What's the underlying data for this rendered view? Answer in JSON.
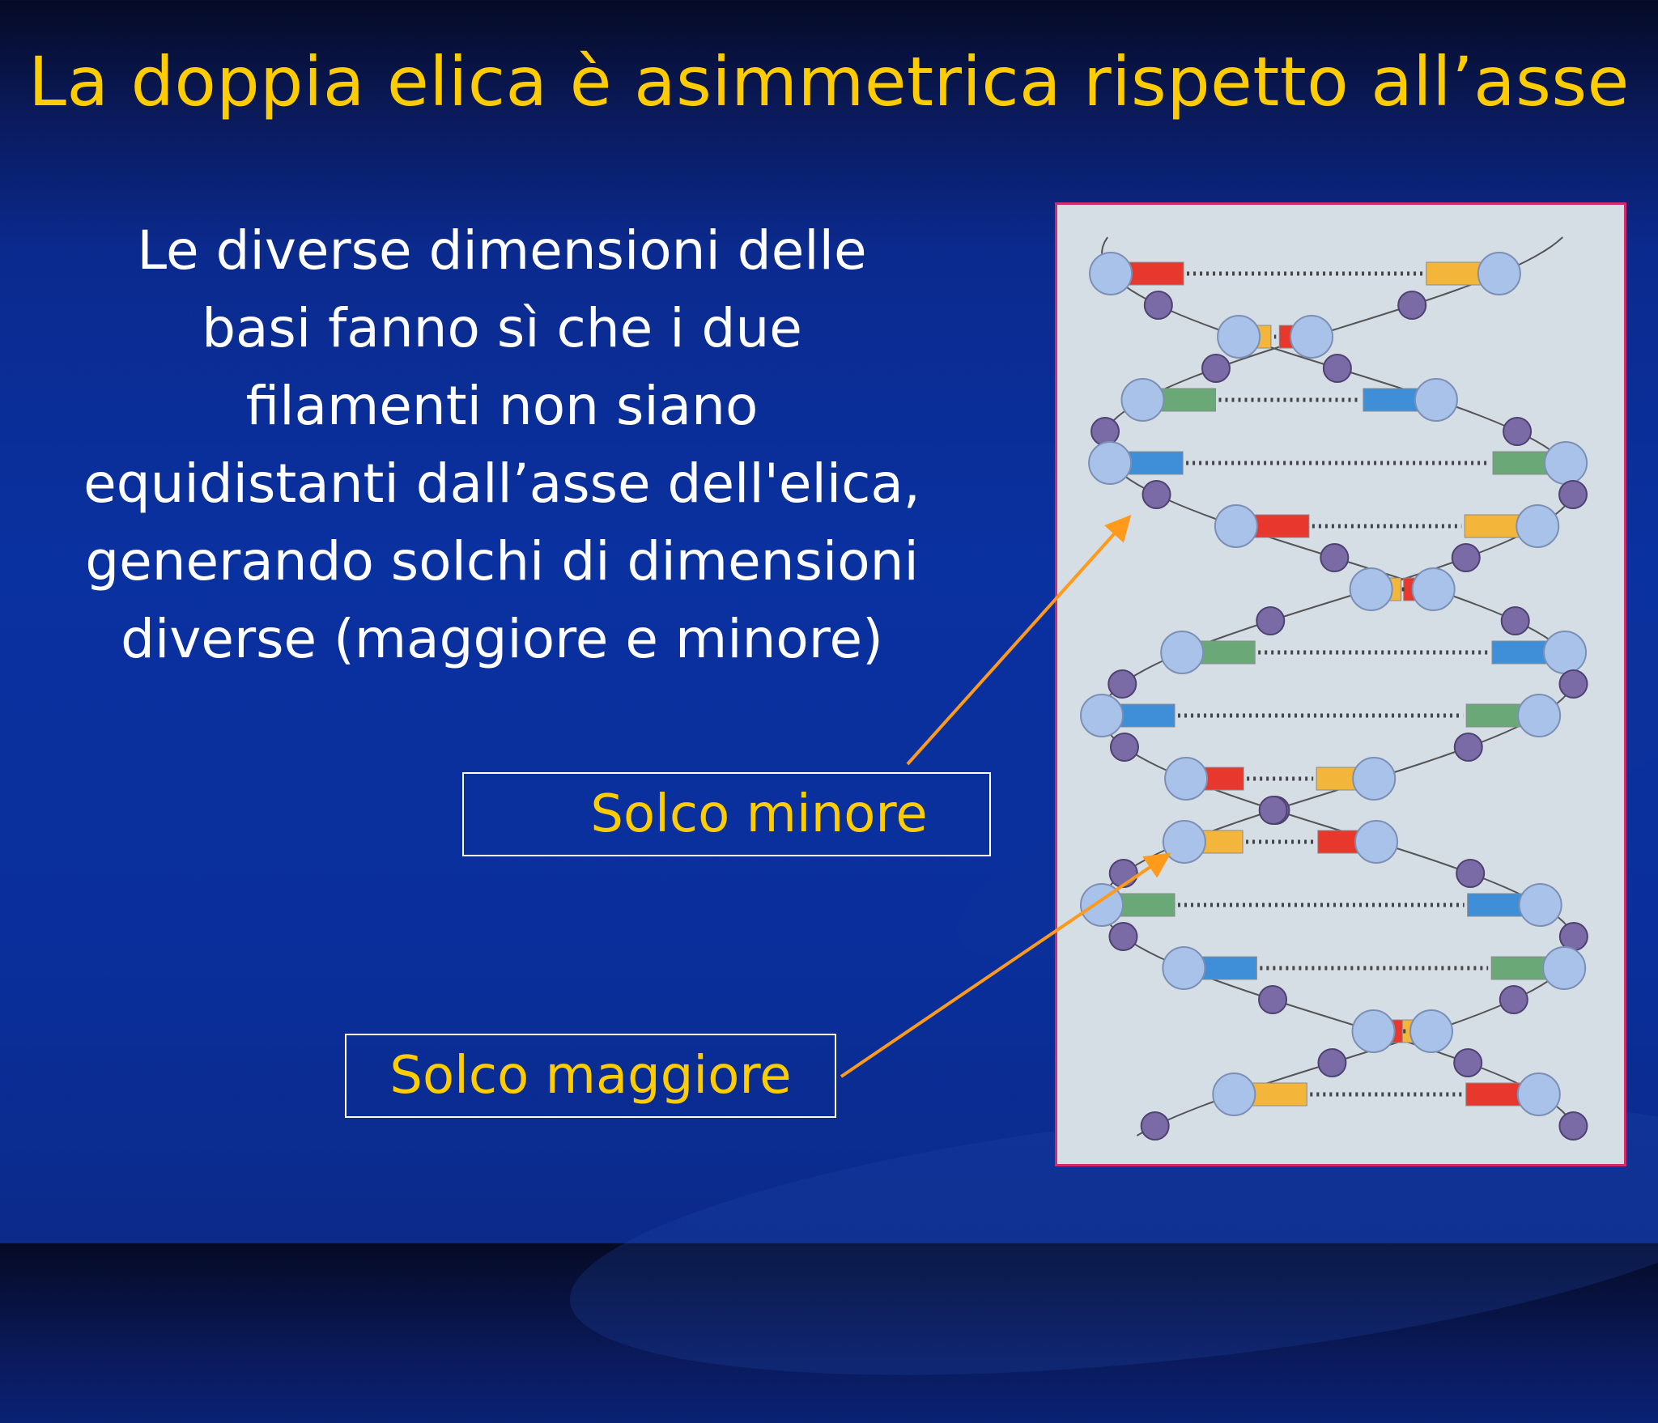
{
  "slide": {
    "title": "La doppia elica è asimmetrica rispetto all’asse",
    "body_lines": [
      "Le diverse dimensioni delle",
      "basi fanno sì che i due",
      "filamenti non siano",
      "equidistanti dall’asse dell'elica,",
      "generando solchi di dimensioni",
      "diverse (maggiore e minore)"
    ],
    "label_minore": "Solco minore",
    "label_maggiore": "Solco maggiore"
  },
  "colors": {
    "title": "#ffcc00",
    "body_text": "#ffffff",
    "label_text": "#ffcc00",
    "arrow": "#ff9a1a",
    "frame_border": "#d22a6a",
    "base_red": "#e8382e",
    "base_yellow": "#f4b63a",
    "base_green": "#6aa878",
    "base_blue": "#3f8fd8",
    "sugar": "#a9c2ea",
    "phosphate": "#7a6aa6"
  }
}
